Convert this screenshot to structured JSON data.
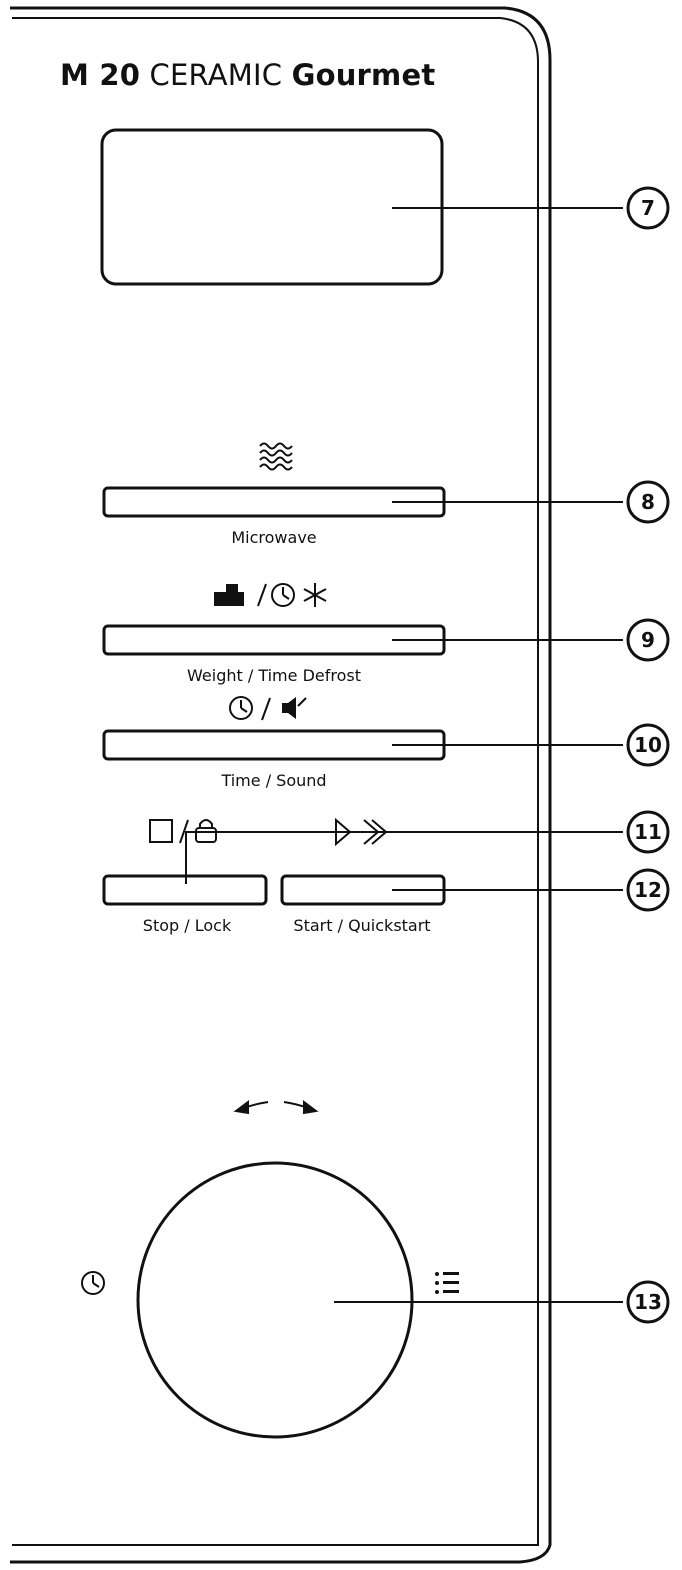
{
  "panel": {
    "model_bold": "M 20",
    "model_light": "CERAMIC",
    "model_suffix": "Gourmet"
  },
  "display": {
    "callout": "7"
  },
  "buttons": {
    "microwave": {
      "label": "Microwave",
      "callout": "8",
      "icon": "microwave-waves-icon"
    },
    "defrost": {
      "label": "Weight / Time Defrost",
      "callout": "9",
      "icon": "weight-clock-snowflake-icon"
    },
    "time_sound": {
      "label": "Time / Sound",
      "callout": "10",
      "icon": "clock-mute-icon"
    },
    "stop_lock": {
      "label": "Stop / Lock",
      "callout": "11",
      "icon": "stop-lock-icon"
    },
    "start": {
      "label": "Start / Quickstart",
      "callout": "12",
      "icon": "play-fastforward-icon"
    }
  },
  "dial": {
    "callout": "13",
    "left_icon": "clock-icon",
    "right_icon": "menu-list-icon"
  },
  "colors": {
    "stroke": "#111111",
    "background": "#ffffff"
  }
}
